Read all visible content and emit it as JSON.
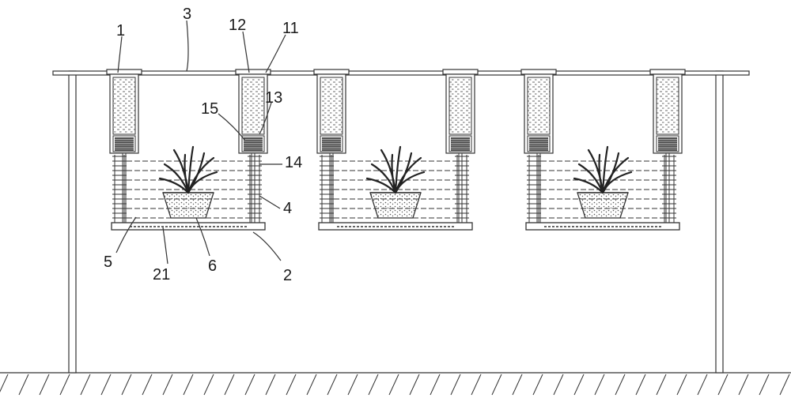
{
  "diagram": {
    "labels": [
      "1",
      "3",
      "12",
      "11",
      "15",
      "13",
      "14",
      "4",
      "5",
      "21",
      "6",
      "2"
    ],
    "modules": 3,
    "colors": {
      "stroke": "#333333",
      "stipple": "#555555",
      "background": "#ffffff"
    }
  }
}
